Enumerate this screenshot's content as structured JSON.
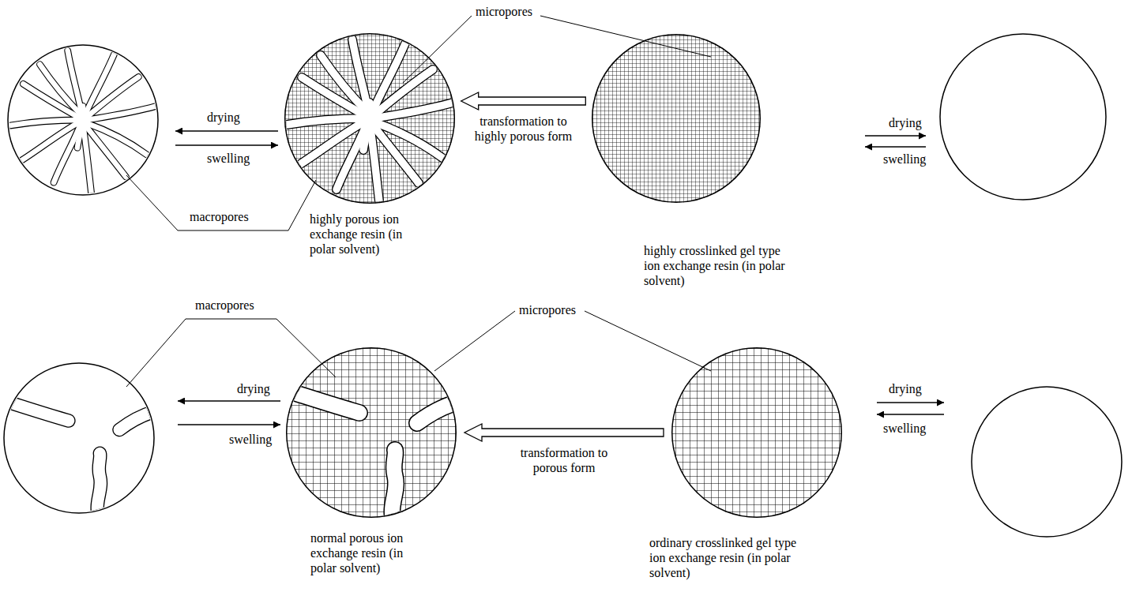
{
  "diagram": {
    "nodes": [
      {
        "text": [
          "highly porous ion exchange resin (in polar solvent)"
        ]
      },
      {
        "text": [
          "highly crosslinked gel type ion exchange resin (in polar solvent)"
        ]
      },
      {
        "text": [
          "normal porous ion exchange resin (in polar solvent)"
        ]
      },
      {
        "text": [
          "ordinary crosslinked gel type ion exchange resin (in polar solvent)"
        ]
      }
    ],
    "edges": [
      {
        "from": 1,
        "to": 0,
        "arrow": "to",
        "label": "transformation to highly porous form"
      },
      {
        "from": 3,
        "to": 2,
        "arrow": "to",
        "label": "transformation to porous form"
      }
    ],
    "labels": [
      "micropores",
      "drying",
      "swelling",
      "macropores",
      "drying",
      "swelling",
      "macropores",
      "micropores",
      "drying",
      "swelling",
      "drying",
      "swelling"
    ]
  }
}
